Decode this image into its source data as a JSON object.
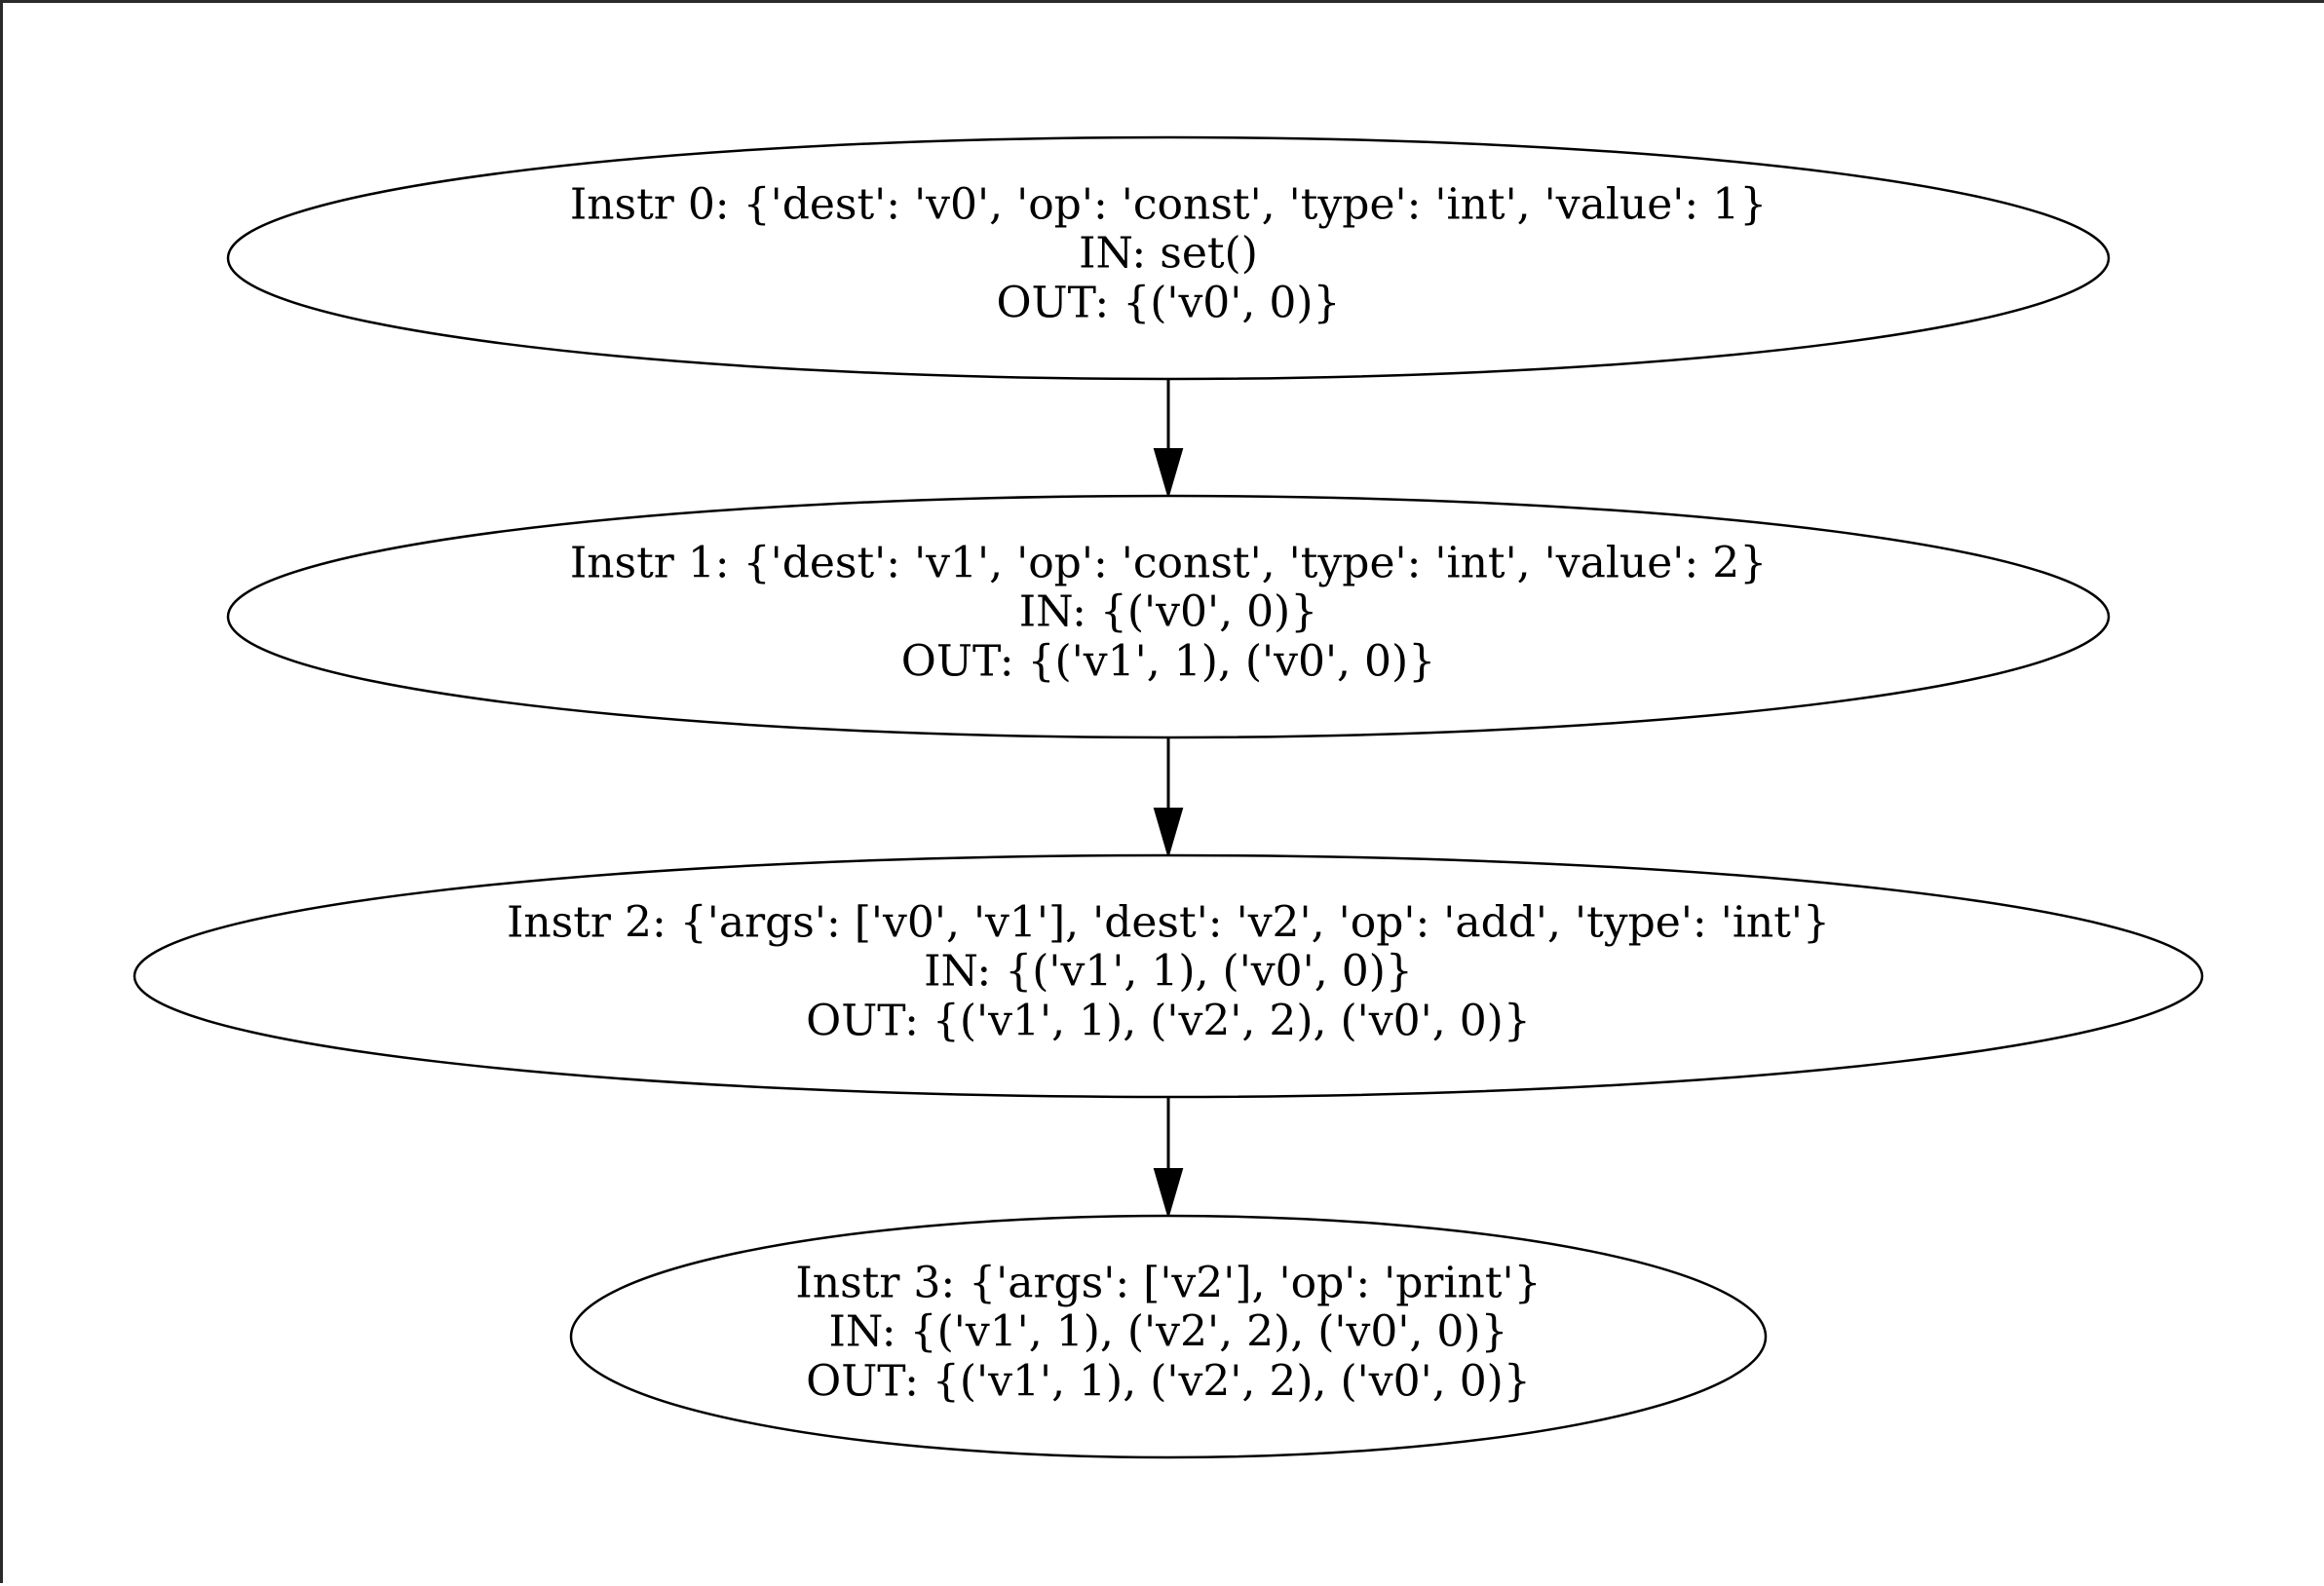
{
  "diagram": {
    "type": "flowchart",
    "direction": "top-to-bottom",
    "nodes": [
      {
        "id": "instr0",
        "shape": "ellipse",
        "lines": [
          "Instr 0: {'dest': 'v0', 'op': 'const', 'type': 'int', 'value': 1}",
          "IN: set()",
          "OUT: {('v0', 0)}"
        ]
      },
      {
        "id": "instr1",
        "shape": "ellipse",
        "lines": [
          "Instr 1: {'dest': 'v1', 'op': 'const', 'type': 'int', 'value': 2}",
          "IN: {('v0', 0)}",
          "OUT: {('v1', 1), ('v0', 0)}"
        ]
      },
      {
        "id": "instr2",
        "shape": "ellipse",
        "lines": [
          "Instr 2: {'args': ['v0', 'v1'], 'dest': 'v2', 'op': 'add', 'type': 'int'}",
          "IN: {('v1', 1), ('v0', 0)}",
          "OUT: {('v1', 1), ('v2', 2), ('v0', 0)}"
        ]
      },
      {
        "id": "instr3",
        "shape": "ellipse",
        "lines": [
          "Instr 3: {'args': ['v2'], 'op': 'print'}",
          "IN: {('v1', 1), ('v2', 2), ('v0', 0)}",
          "OUT: {('v1', 1), ('v2', 2), ('v0', 0)}"
        ]
      }
    ],
    "edges": [
      {
        "from": "instr0",
        "to": "instr1"
      },
      {
        "from": "instr1",
        "to": "instr2"
      },
      {
        "from": "instr2",
        "to": "instr3"
      }
    ]
  }
}
